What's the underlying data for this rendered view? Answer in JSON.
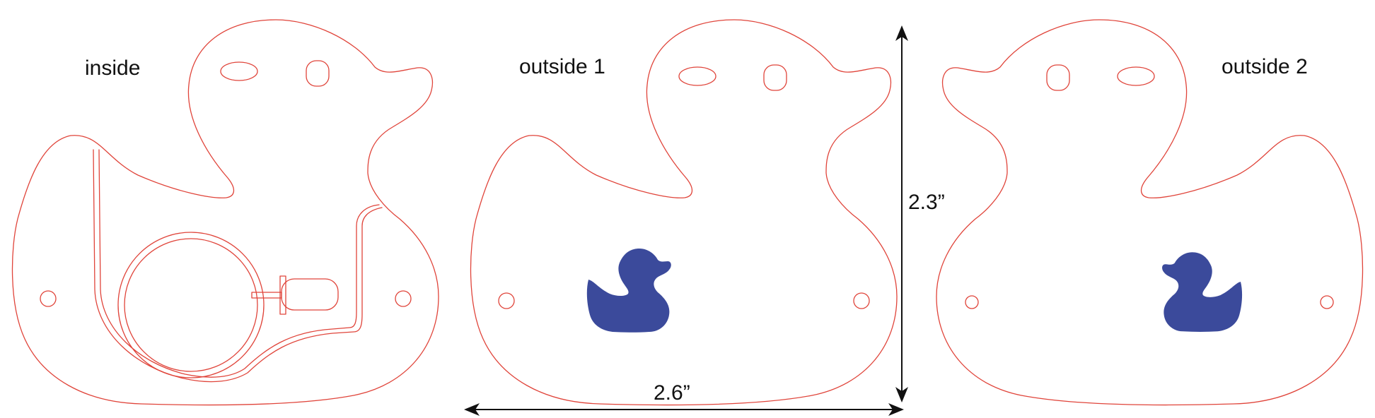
{
  "labels": {
    "inside": "inside",
    "outside1": "outside 1",
    "outside2": "outside 2"
  },
  "dimensions": {
    "width": "2.6”",
    "height": "2.3”"
  },
  "colors": {
    "cut_line": "#e0443a",
    "engrave_fill": "#3b4a9b",
    "dimension": "#111111"
  },
  "icons": {
    "engraving": "duck-icon"
  }
}
